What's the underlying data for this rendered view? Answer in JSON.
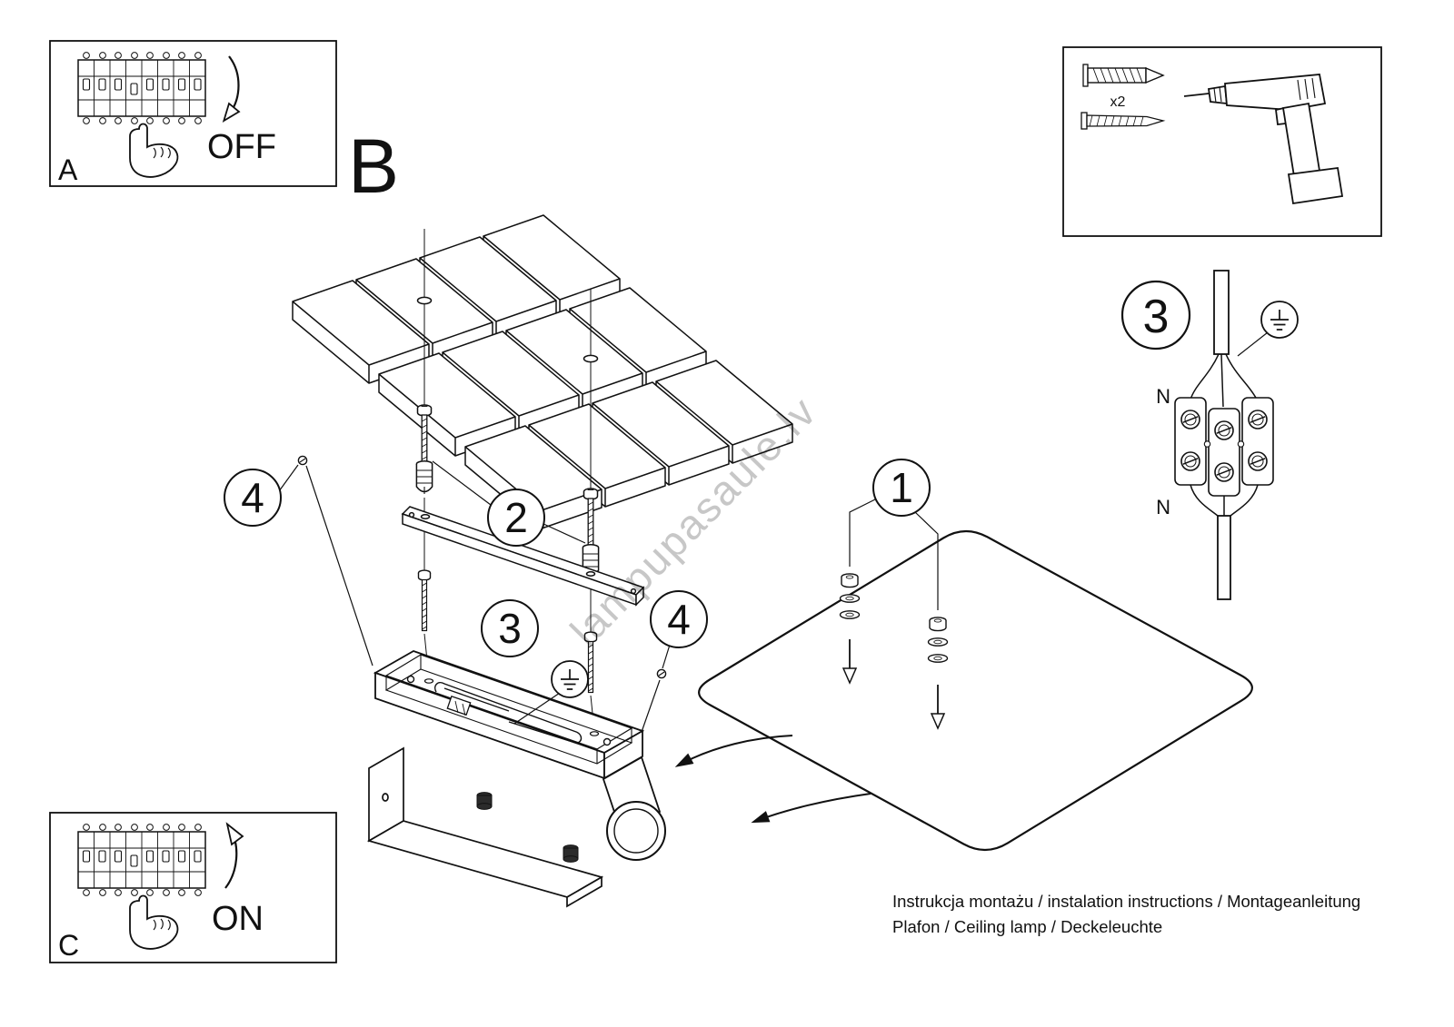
{
  "panel_a": {
    "letter": "A",
    "state": "OFF"
  },
  "panel_c": {
    "letter": "C",
    "state": "ON"
  },
  "tools": {
    "dowel_qty": "x2"
  },
  "steps": {
    "b": "B",
    "s1": "1",
    "s2": "2",
    "s3": "3",
    "s4": "4"
  },
  "wiring": {
    "neutral_top": "N",
    "neutral_bottom": "N"
  },
  "watermark": {
    "text": "lampupasaule.lv"
  },
  "footer": {
    "line1": "Instrukcja montażu / instalation instructions / Montageanleitung",
    "line2": "Plafon / Ceiling lamp / Deckeleuchte"
  },
  "colors": {
    "ink": "#111111",
    "watermark": "#c7c7c7"
  }
}
